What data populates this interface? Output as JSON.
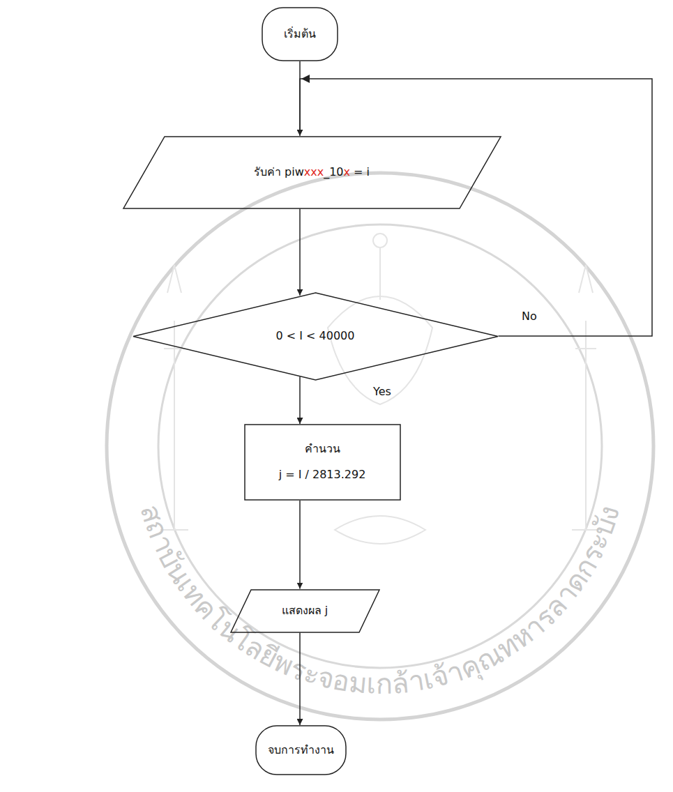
{
  "diagram": {
    "nodes": [
      {
        "text": [
          "เริ่มต้น"
        ]
      },
      {
        "text": [
          "รับค่า piwxxx_10x = i"
        ]
      },
      {
        "text": [
          "0 < I < 40000"
        ]
      },
      {
        "text": [
          "คำนวน",
          "j = I / 2813.292"
        ]
      },
      {
        "text": [
          "แสดงผล j"
        ]
      },
      {
        "text": [
          "จบการทำงาน"
        ]
      }
    ],
    "edges": [
      {
        "from": 0,
        "to": 1,
        "arrow": "to"
      },
      {
        "from": 1,
        "to": 2,
        "arrow": "to"
      },
      {
        "from": 2,
        "to": 3,
        "label": "Yes",
        "arrow": "to"
      },
      {
        "from": 2,
        "to": 1,
        "label": "No",
        "arrow": "to"
      },
      {
        "from": 3,
        "to": 4,
        "arrow": "to"
      },
      {
        "from": 4,
        "to": 5,
        "arrow": "to"
      }
    ],
    "labels": [
      "สถาบันเทคโนโลยีพระจอมเกล้าเจ้าคุณทหารลาดกระบัง"
    ]
  }
}
